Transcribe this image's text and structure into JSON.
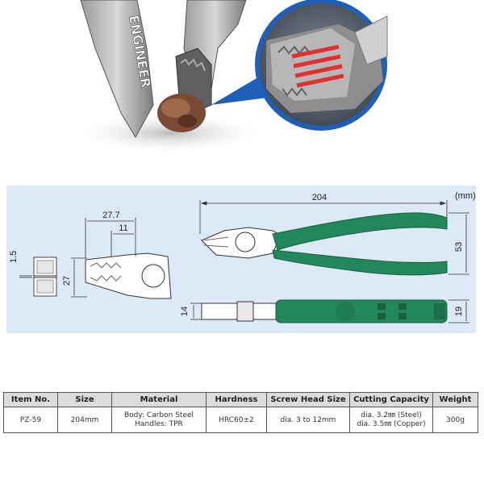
{
  "photo": {
    "brand_text": "ENGINEER"
  },
  "diagram": {
    "unit": "(mm)",
    "dims": {
      "overall_length": "204",
      "handle_width": "53",
      "handle_thickness": "19",
      "head_thickness": "14",
      "jaw_length": "27.7",
      "jaw_tip": "11",
      "head_height": "27",
      "tip_gap": "1.5"
    },
    "colors": {
      "handle": "#23875d",
      "handle_dark": "#17613f",
      "metal": "#c9c9c9"
    }
  },
  "specs": {
    "headers": [
      "Item No.",
      "Size",
      "Material",
      "Hardness",
      "Screw Head Size",
      "Cutting Capacity",
      "Weight"
    ],
    "row": {
      "item_no": "PZ-59",
      "size": "204mm",
      "material_1": "Body: Carbon Steel",
      "material_2": "Handles: TPR",
      "hardness": "HRC60±2",
      "screw_head": "dia. 3 to 12mm",
      "cutting_1": "dia. 3.2㎜ (Steel)",
      "cutting_2": "dia. 3.5㎜ (Copper)",
      "weight": "300g"
    }
  }
}
